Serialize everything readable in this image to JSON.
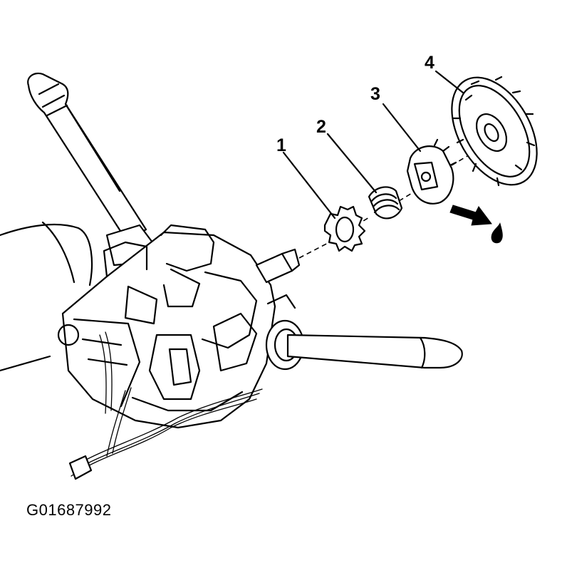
{
  "diagram": {
    "callouts": [
      {
        "id": "1",
        "label": "1"
      },
      {
        "id": "2",
        "label": "2"
      },
      {
        "id": "3",
        "label": "3"
      },
      {
        "id": "4",
        "label": "4"
      }
    ],
    "figure_id": "G01687992",
    "colors": {
      "ink": "#000000",
      "paper": "#ffffff"
    },
    "icons": [
      "grease-arrow-icon",
      "grease-drop-icon"
    ]
  }
}
